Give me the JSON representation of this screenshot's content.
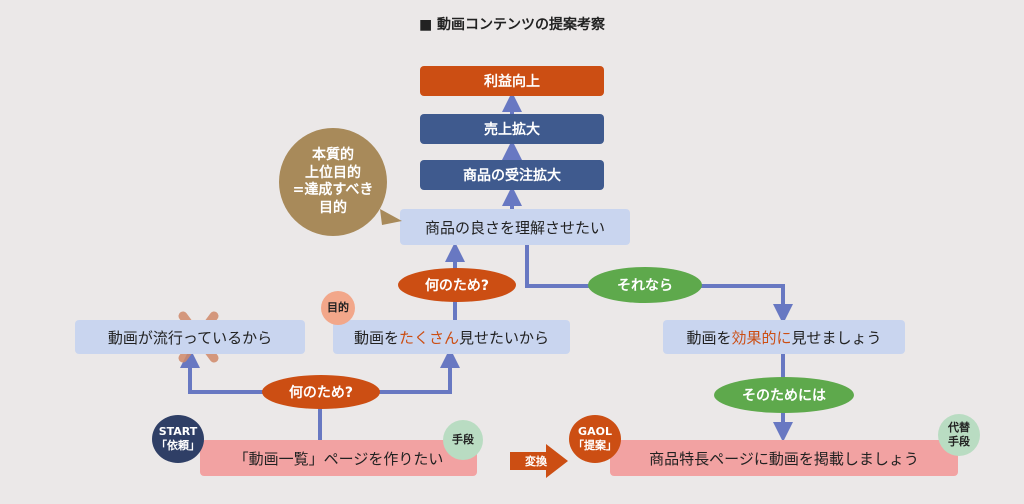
{
  "title": "■ 動画コンテンツの提案考察",
  "goal_chain": {
    "profit": "利益向上",
    "sales": "売上拡大",
    "orders": "商品の受注拡大",
    "understand": "商品の良さを理解させたい"
  },
  "essential_bubble": [
    "本質的",
    "上位目的",
    "=達成すべき",
    "目的"
  ],
  "left_branch": {
    "trend_box": "動画が流行っているから",
    "many_box_prefix": "動画を",
    "many_box_accent": "たくさん",
    "many_box_suffix": "見せたいから",
    "purpose_badge": "目的",
    "why_upper": "何のため?",
    "why_lower": "何のため?",
    "request_box": "「動画一覧」ページを作りたい",
    "start_badge": [
      "START",
      "「依頼」"
    ],
    "means_badge": "手段"
  },
  "right_branch": {
    "then_pill": "それなら",
    "effective_prefix": "動画を",
    "effective_accent": "効果的に",
    "effective_suffix": "見せましょう",
    "for_that_pill": "そのためには",
    "proposal_box": "商品特長ページに動画を掲載しましょう",
    "goal_badge": [
      "GAOL",
      "「提案」"
    ],
    "alt_badge": [
      "代替",
      "手段"
    ]
  },
  "convert_arrow": "変換",
  "colors": {
    "accent_orange": "#cc4e13",
    "dark_blue": "#3f5a8e",
    "light_blue": "#c9d5ef",
    "pink": "#f2a2a2",
    "green": "#5ea94c",
    "arrow_blue": "#6878c2",
    "tan": "#a88a5a"
  }
}
